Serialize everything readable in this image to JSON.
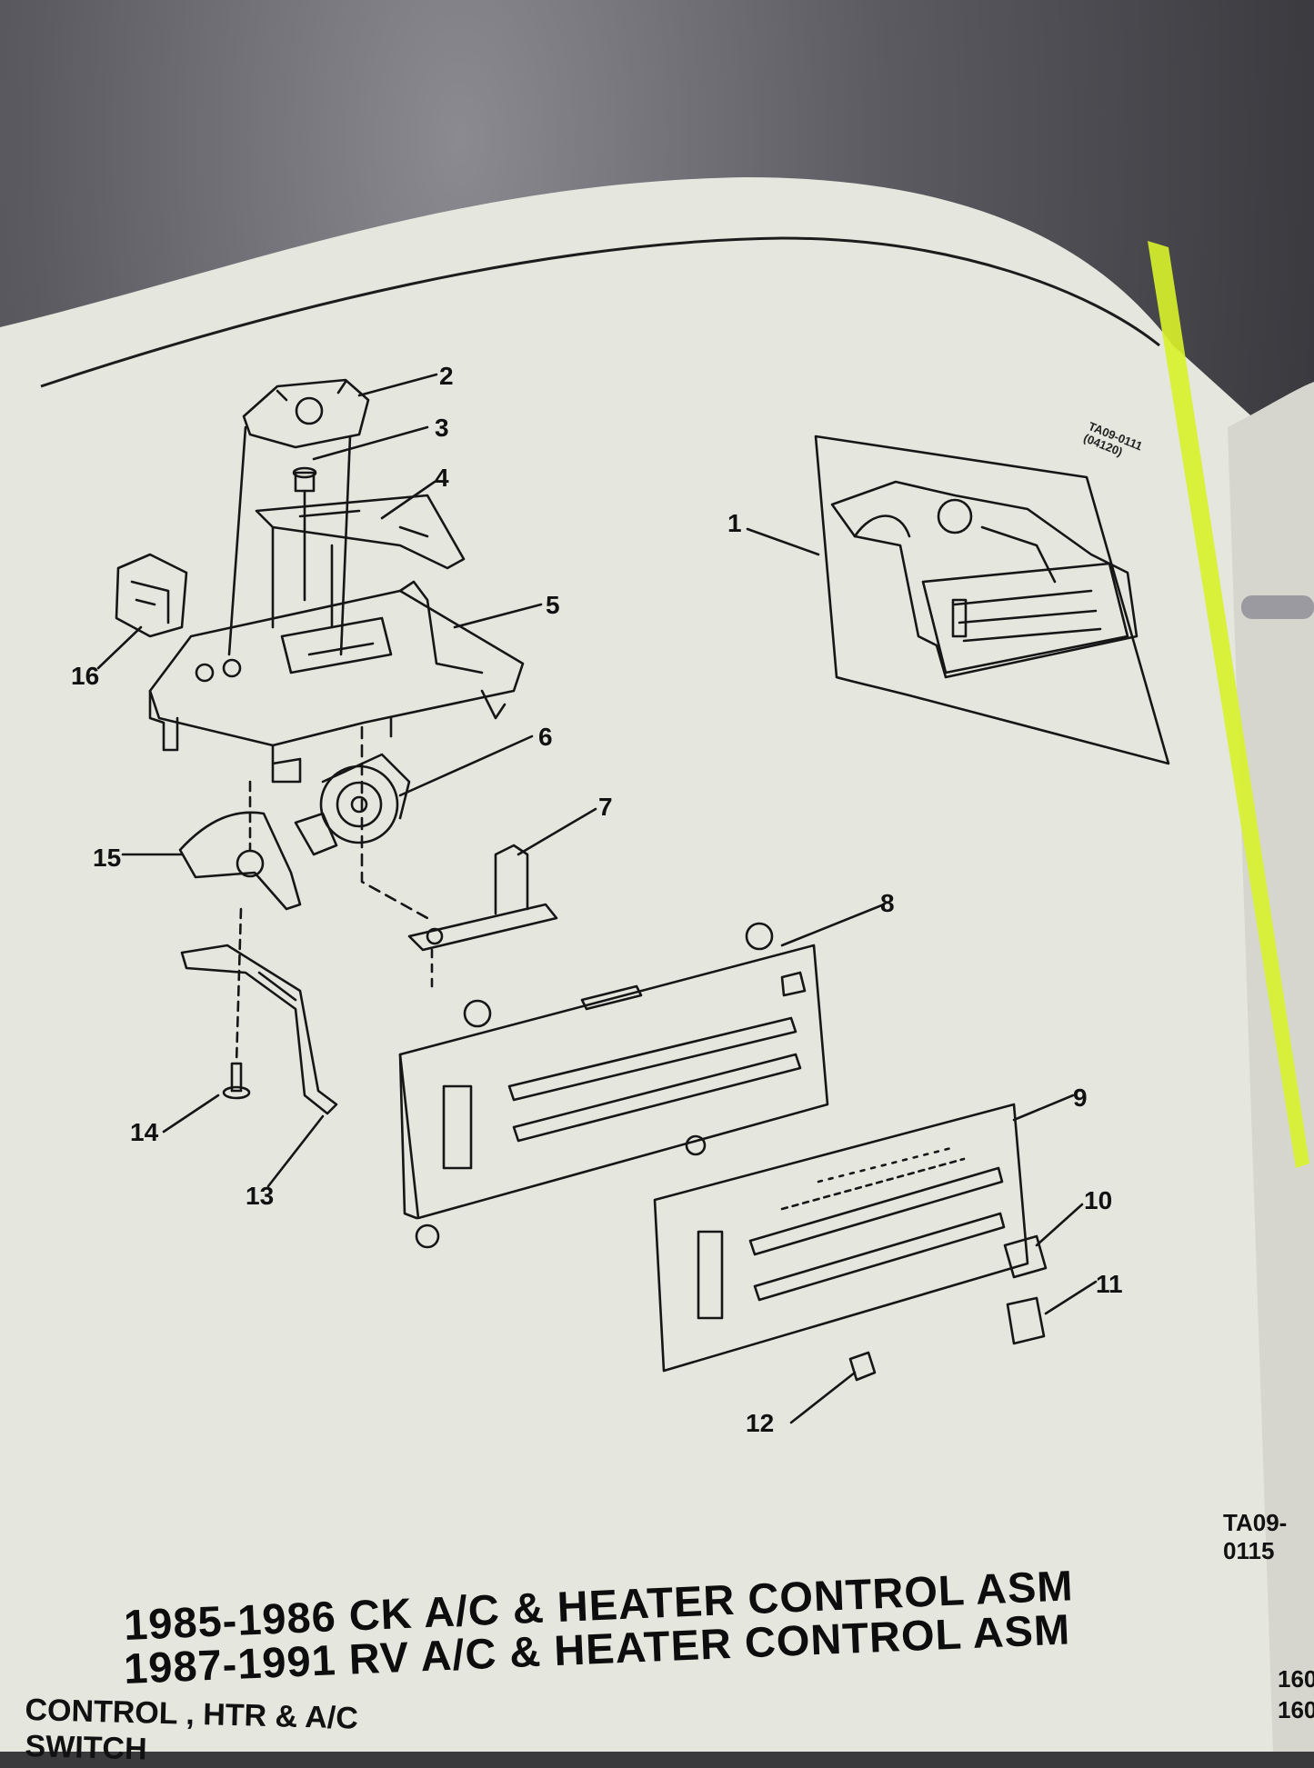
{
  "callouts": [
    "1",
    "2",
    "3",
    "4",
    "5",
    "6",
    "7",
    "8",
    "9",
    "10",
    "11",
    "12",
    "13",
    "14",
    "15",
    "16"
  ],
  "inset_code_line1": "TA09-0111",
  "inset_code_line2": "(04120)",
  "figure_code": "TA09-0115",
  "title_line_1": "1985-1986 CK A/C & HEATER CONTROL ASM",
  "title_line_2": "1987-1991 RV A/C & HEATER CONTROL ASM",
  "index_line_1": "CONTROL , HTR & A/C",
  "index_line_2": "SWITCH",
  "page_ref_1": "160",
  "page_ref_2": "160",
  "colors": {
    "paper": "#e6e6df",
    "ink": "#161616",
    "highlighter": "#d8f22a"
  }
}
